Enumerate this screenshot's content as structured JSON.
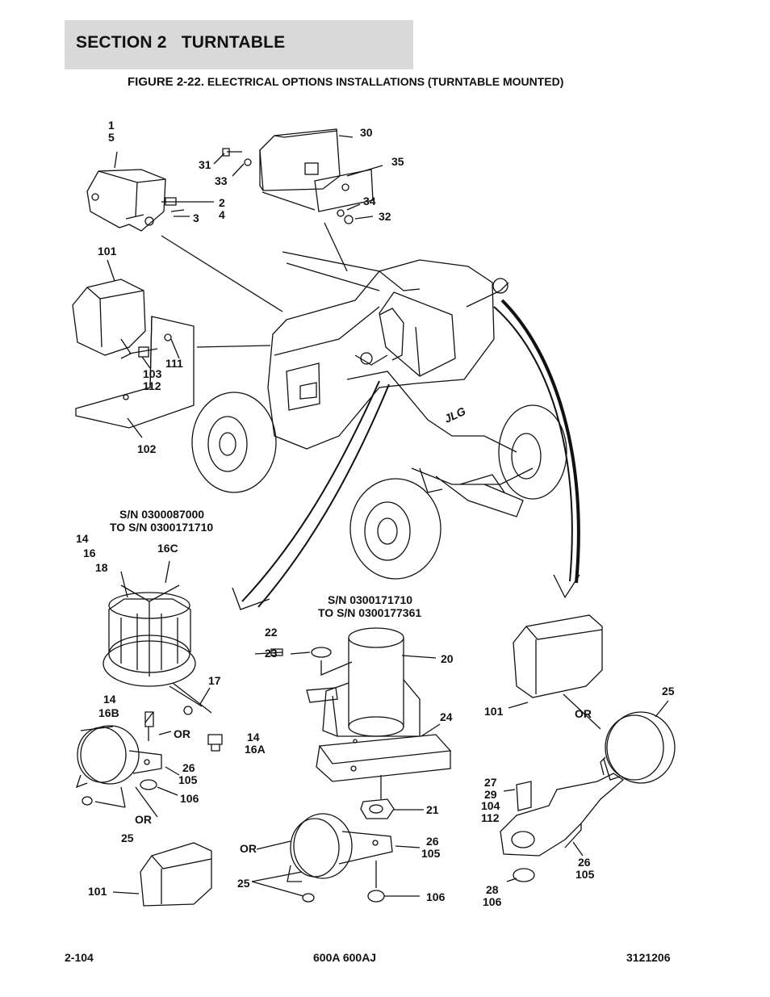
{
  "header": {
    "section_label": "SECTION 2",
    "section_name": "TURNTABLE"
  },
  "figure": {
    "number": "FIGURE 2-22.",
    "title": "ELECTRICAL OPTIONS INSTALLATIONS (TURNTABLE MOUNTED)"
  },
  "serials": {
    "left_line1": "S/N 0300087000",
    "left_line2": "TO S/N 0300171710",
    "mid_line1": "S/N 0300171710",
    "mid_line2": "TO S/N 0300177361"
  },
  "callouts": {
    "top_1": "1",
    "top_5": "5",
    "top_30": "30",
    "top_31": "31",
    "top_33": "33",
    "top_35": "35",
    "top_2": "2",
    "top_4": "4",
    "top_3": "3",
    "top_34": "34",
    "top_32": "32",
    "l_101": "101",
    "l_111": "111",
    "l_103": "103",
    "l_112": "112",
    "l_102": "102",
    "b_14": "14",
    "b_16": "16",
    "b_16c": "16C",
    "b_18": "18",
    "b_17": "17",
    "b_14b": "14",
    "b_16b": "16B",
    "b_or1": "OR",
    "b_14c": "14",
    "b_16a": "16A",
    "b_26": "26",
    "b_105": "105",
    "b_106": "106",
    "b_or2": "OR",
    "b_25": "25",
    "b_101": "101",
    "m_22": "22",
    "m_23": "23",
    "m_20": "20",
    "m_24": "24",
    "m_21": "21",
    "m_or": "OR",
    "m_26": "26",
    "m_105": "105",
    "m_25": "25",
    "m_106": "106",
    "r_25": "25",
    "r_101": "101",
    "r_or": "OR",
    "r_27": "27",
    "r_29": "29",
    "r_104": "104",
    "r_112": "112",
    "r_26": "26",
    "r_105": "105",
    "r_28": "28",
    "r_106": "106"
  },
  "brand_mark": "JLG",
  "footer": {
    "page": "2-104",
    "model": "600A 600AJ",
    "doc_number": "3121206"
  }
}
